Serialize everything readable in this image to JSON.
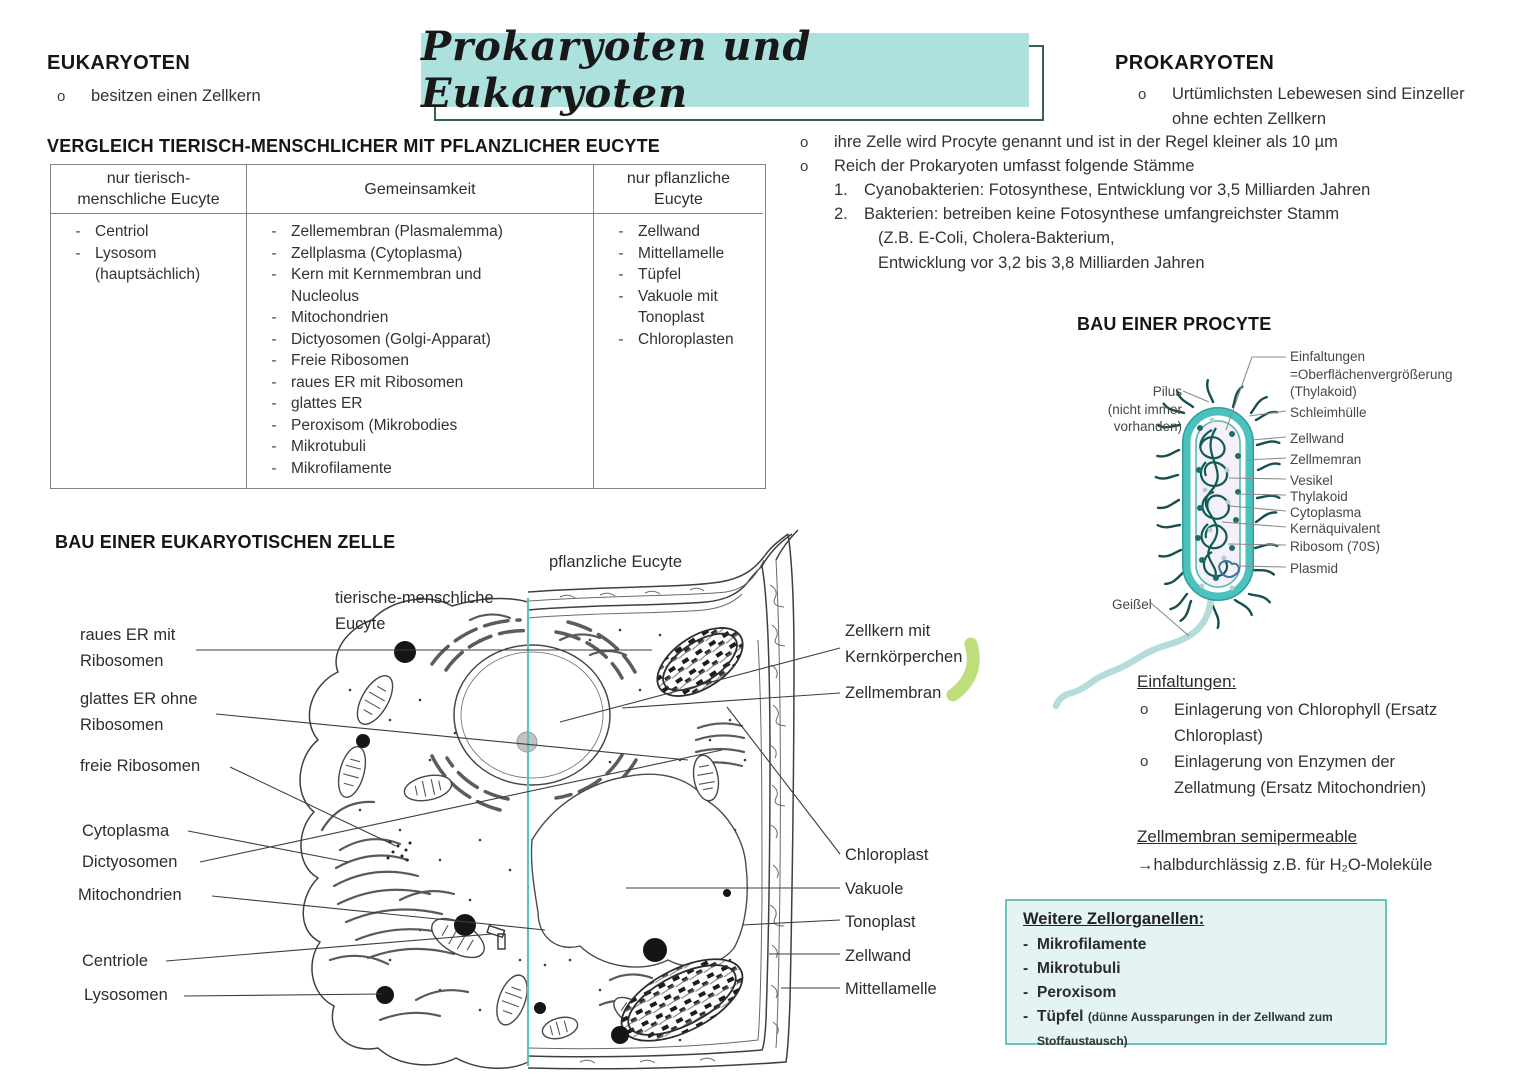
{
  "misc": {
    "dash": "-",
    "bullet": "o"
  },
  "banner": {
    "title": "Prokaryoten und Eukaryoten"
  },
  "eukaryoten": {
    "heading": "EUKARYOTEN",
    "bullet": "besitzen einen Zellkern"
  },
  "prokaryoten": {
    "heading": "PROKARYOTEN",
    "b1": "Urtümlichsten Lebewesen sind Einzeller\nohne echten Zellkern",
    "b2": "ihre Zelle wird Procyte genannt und ist in der Regel kleiner als 10 µm",
    "b3": "Reich der Prokaryoten umfasst folgende Stämme",
    "n1_num": "1.",
    "n1": "Cyanobakterien: Fotosynthese, Entwicklung vor 3,5 Milliarden Jahren",
    "n2_num": "2.",
    "n2": "Bakterien: betreiben keine Fotosynthese umfangreichster Stamm",
    "n2_cont": "(Z.B. E-Coli, Cholera-Bakterium,\nEntwicklung vor 3,2 bis 3,8 Milliarden Jahren"
  },
  "vergleich": {
    "heading": "VERGLEICH TIERISCH-MENSCHLICHER MIT PFLANZLICHER EUCYTE",
    "col_headers": [
      "nur tierisch-\nmenschliche Eucyte",
      "Gemeinsamkeit",
      "nur pflanzliche\nEucyte"
    ],
    "col1": [
      [
        "Centriol"
      ],
      [
        "Lysosom",
        "(hauptsächlich)"
      ]
    ],
    "col2": [
      [
        "Zellemembran (Plasmalemma)"
      ],
      [
        "Zellplasma (Cytoplasma)"
      ],
      [
        "Kern mit Kernmembran und",
        "Nucleolus"
      ],
      [
        "Mitochondrien"
      ],
      [
        "Dictyosomen (Golgi-Apparat)"
      ],
      [
        "Freie Ribosomen"
      ],
      [
        "raues ER mit Ribosomen"
      ],
      [
        "glattes ER"
      ],
      [
        "Peroxisom (Mikrobodies"
      ],
      [
        "Mikrotubuli"
      ],
      [
        "Mikrofilamente"
      ]
    ],
    "col3": [
      [
        "Zellwand"
      ],
      [
        "Mittellamelle"
      ],
      [
        "Tüpfel"
      ],
      [
        "Vakuole mit",
        "Tonoplast"
      ],
      [
        "Chloroplasten"
      ]
    ]
  },
  "euk_diagram": {
    "heading": "BAU EINER EUKARYOTISCHEN ZELLE",
    "top_left_label": "tierische-menschliche\nEucyte",
    "top_right_label": "pflanzliche Eucyte",
    "left_labels": {
      "raues_er": "raues ER mit\nRibosomen",
      "glattes_er": "glattes ER ohne\nRibosomen",
      "freie_ribosomen": "freie Ribosomen",
      "cytoplasma": "Cytoplasma",
      "dictyosomen": "Dictyosomen",
      "mitochondrien": "Mitochondrien",
      "centriole": "Centriole",
      "lysosomen": "Lysosomen"
    },
    "right_labels": {
      "zellkern": "Zellkern mit\nKernkörperchen",
      "zellmembran": "Zellmembran",
      "chloroplast": "Chloroplast",
      "vakuole": "Vakuole",
      "tonoplast": "Tonoplast",
      "zellwand": "Zellwand",
      "mittellamelle": "Mittellamelle"
    }
  },
  "procyte": {
    "heading": "BAU EINER PROCYTE",
    "pilus_label": "Pilus\n(nicht immer\nvorhanden)",
    "geissel_label": "Geißel",
    "right_labels": {
      "einfaltungen": "Einfaltungen\n=Oberflächenvergrößerung\n(Thylakoid)",
      "schleimhuelle": "Schleimhülle",
      "zellwand": "Zellwand",
      "zellmemran": "Zellmemran",
      "vesikel": "Vesikel",
      "thylakoid": "Thylakoid",
      "cytoplasma": "Cytoplasma",
      "kernaequivalent": "Kernäquivalent",
      "ribosom": "Ribosom (70S)",
      "plasmid": "Plasmid"
    }
  },
  "einfaltungen": {
    "heading": "Einfaltungen:",
    "b1": "Einlagerung von Chlorophyll (Ersatz\nChloroplast)",
    "b2": "Einlagerung von Enzymen der\nZellatmung (Ersatz Mitochondrien)"
  },
  "membran_note": {
    "heading": "Zellmembran semipermeable",
    "text": "→halbdurchlässig z.B. für H₂O-Moleküle"
  },
  "organellen_box": {
    "heading": "Weitere Zellorganellen:",
    "items": [
      "Mikrofilamente",
      "Mikrotubuli",
      "Peroxisom"
    ],
    "tuepfel": "Tüpfel",
    "tuepfel_note": "(dünne Aussparungen in der Zellwand zum Stoffaustausch)"
  }
}
